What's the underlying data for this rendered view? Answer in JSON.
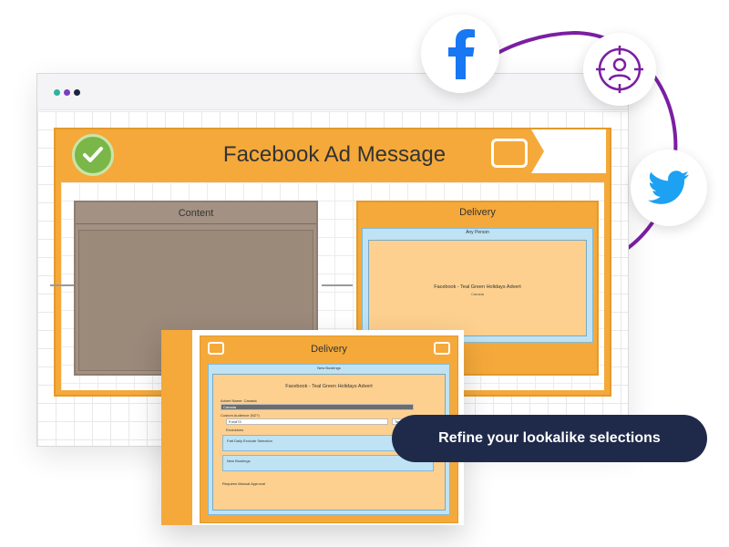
{
  "main_panel": {
    "title": "Facebook Ad Message",
    "content_box": {
      "header": "Content"
    },
    "delivery_box": {
      "header": "Delivery",
      "audience_caption": "Any Person",
      "card_title": "Facebook - Teal Green Holidays Advert",
      "card_subtitle": "Canada"
    }
  },
  "front_window": {
    "title": "Delivery",
    "audience_caption": "New Bookings",
    "card_title": "Facebook - Teal Green Holidays Advert",
    "advert_name_label": "Advert Name: Canada",
    "advert_name_value": "Canada",
    "custom_audience_label": "Custom Audience (NZ?)",
    "custom_audience_value": "Fund?3",
    "target_value": "Target Aud...",
    "exclusions_label": "Exclusions",
    "exclusion_items": [
      {
        "label": "Fatt Daily Exclude Selection"
      },
      {
        "label": "New Bookings"
      }
    ],
    "approval_label": "Requires Manual Approval"
  },
  "social": {
    "facebook_icon": "facebook-icon",
    "audience_target_icon": "target-user-icon",
    "twitter_icon": "twitter-icon"
  },
  "callout": {
    "text": "Refine your lookalike selections"
  },
  "colors": {
    "orange": "#f5a93a",
    "content_brown": "#a39283",
    "card_peach": "#fdd08f",
    "light_blue": "#bfe3f4",
    "purple": "#7b1fa2",
    "navy": "#1f2a4a",
    "facebook_blue": "#1877f2",
    "twitter_blue": "#1da1f2",
    "check_green": "#7ab648"
  }
}
